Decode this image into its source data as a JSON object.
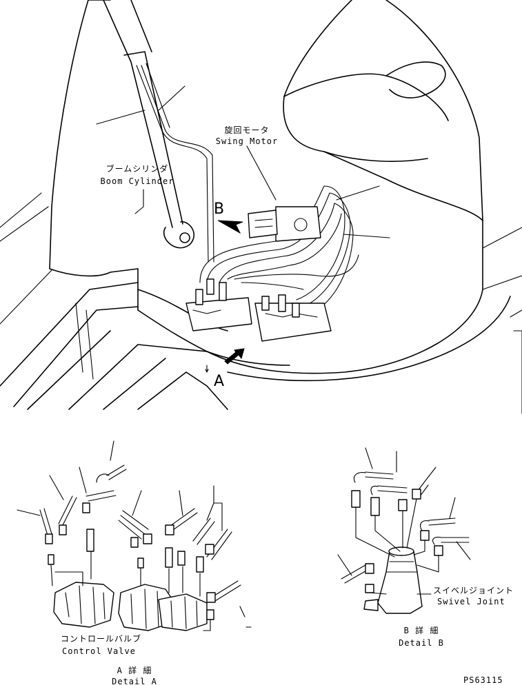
{
  "callouts": {
    "swing_motor": {
      "ja": "旋回モータ",
      "en": "Swing Motor"
    },
    "boom_cylinder": {
      "ja": "ブームシリンダ",
      "en": "Boom Cylinder"
    },
    "control_valve": {
      "ja": "コントロールバルブ",
      "en": "Control Valve"
    },
    "swivel_joint": {
      "ja": "スイベルジョイント",
      "en": "Swivel Joint"
    }
  },
  "view_markers": {
    "a": "A",
    "b": "B"
  },
  "details": {
    "a": {
      "ja": "A 詳 細",
      "en": "Detail A"
    },
    "b": {
      "ja": "B 詳 細",
      "en": "Detail B"
    }
  },
  "drawing_number": "PS63115"
}
